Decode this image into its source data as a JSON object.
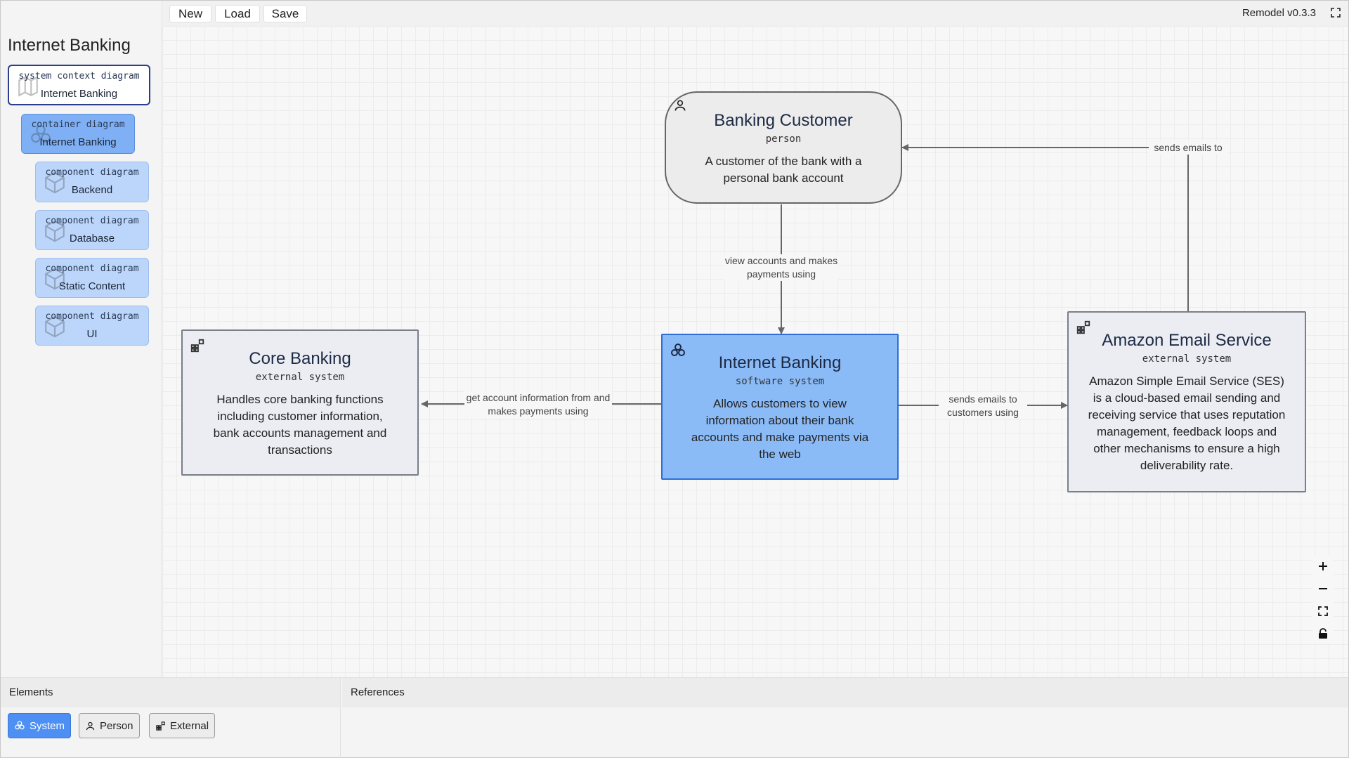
{
  "app": {
    "version": "Remodel v0.3.3"
  },
  "toolbar": {
    "new_label": "New",
    "load_label": "Load",
    "save_label": "Save"
  },
  "sidebar": {
    "title": "Internet Banking",
    "tree": [
      {
        "kind": "system context diagram",
        "name": "Internet Banking",
        "icon": "map-icon",
        "state": "active"
      },
      {
        "kind": "container diagram",
        "name": "Internet Banking",
        "icon": "system-icon",
        "state": "container"
      },
      {
        "kind": "component diagram",
        "name": "Backend",
        "icon": "cube-icon",
        "state": "component"
      },
      {
        "kind": "component diagram",
        "name": "Database",
        "icon": "cube-icon",
        "state": "component"
      },
      {
        "kind": "component diagram",
        "name": "Static Content",
        "icon": "cube-icon",
        "state": "component"
      },
      {
        "kind": "component diagram",
        "name": "UI",
        "icon": "cube-icon",
        "state": "component"
      }
    ]
  },
  "diagram": {
    "nodes": {
      "customer": {
        "title": "Banking Customer",
        "stereotype": "person",
        "description": "A customer of the bank with a personal bank account",
        "icon": "person-icon"
      },
      "internet_banking": {
        "title": "Internet Banking",
        "stereotype": "software system",
        "description": "Allows customers to view information about their bank accounts and make payments via the web",
        "icon": "system-icon"
      },
      "core_banking": {
        "title": "Core Banking",
        "stereotype": "external system",
        "description": "Handles core banking functions including customer information, bank accounts management and transactions",
        "icon": "external-icon"
      },
      "email_service": {
        "title": "Amazon Email Service",
        "stereotype": "external system",
        "description": "Amazon Simple Email Service (SES) is a cloud-based email sending and receiving service that uses reputation management, feedback loops and other mechanisms to ensure a high deliverability rate.",
        "icon": "external-icon"
      }
    },
    "edges": {
      "customer_to_ib": "view accounts and makes payments using",
      "ib_to_core": "get account information from and makes payments using",
      "ib_to_email": "sends emails to customers using",
      "email_to_customer": "sends emails to"
    },
    "colors": {
      "system_fill": "#8bbbf7",
      "system_border": "#2e6fd8",
      "external_fill": "#ebedf3",
      "person_fill": "#ececec"
    }
  },
  "zoom_controls": [
    {
      "name": "zoom-in-button",
      "icon": "plus-icon"
    },
    {
      "name": "zoom-out-button",
      "icon": "minus-icon"
    },
    {
      "name": "fit-view-button",
      "icon": "fit-icon"
    },
    {
      "name": "lock-button",
      "icon": "lock-icon"
    }
  ],
  "panels": {
    "elements": {
      "title": "Elements",
      "buttons": {
        "system": "System",
        "person": "Person",
        "external": "External"
      }
    },
    "references": {
      "title": "References"
    }
  }
}
